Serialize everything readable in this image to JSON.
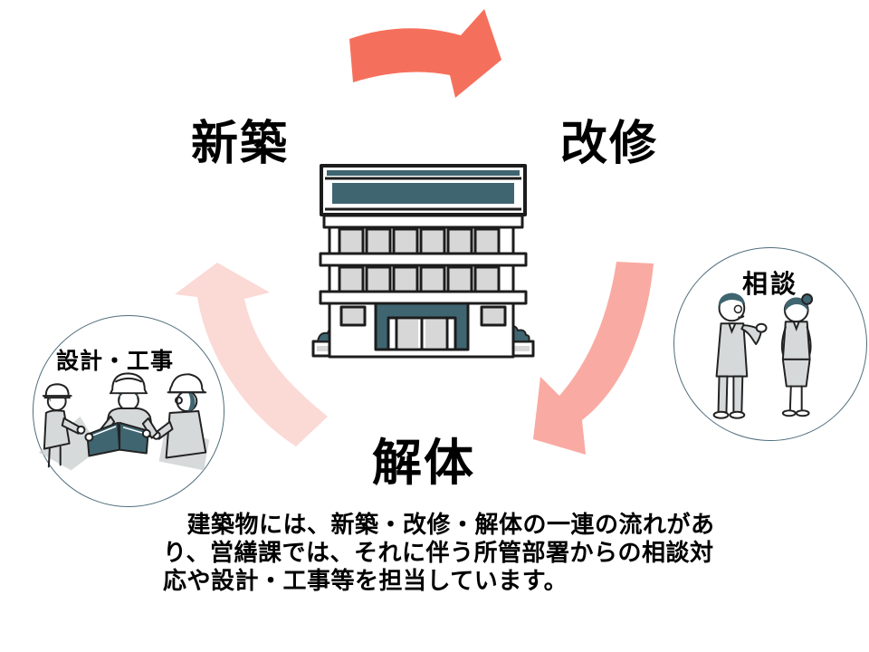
{
  "slide": {
    "background": "#ffffff",
    "kind": "building-lifecycle-cycle-diagram"
  },
  "cycle": {
    "stages": [
      {
        "label": "新築"
      },
      {
        "label": "改修"
      },
      {
        "label": "解体"
      }
    ],
    "center_illustration": "office-building",
    "arrows": [
      {
        "name": "arrow-shinchiku-to-kaishu",
        "from": "新築",
        "to": "改修",
        "color_key": "arrow_strong"
      },
      {
        "name": "arrow-kaishu-to-kaitai",
        "from": "改修",
        "to": "解体",
        "color_key": "arrow_medium"
      },
      {
        "name": "arrow-kaitai-to-shinchiku",
        "from": "解体",
        "to": "新築",
        "color_key": "arrow_light"
      }
    ]
  },
  "badges": {
    "design": {
      "label": "設計・工事",
      "illustration": "three-construction-workers-reading-plans"
    },
    "consult": {
      "label": "相談",
      "illustration": "two-office-workers-talking"
    }
  },
  "caption": {
    "text": "　建築物には、新築・改修・解体の一連の流れがあ\nり、営繕課では、それに伴う所管部署からの相談対\n応や設計・工事等を担当しています。"
  },
  "colors": {
    "arrow_strong": "#f5705c",
    "arrow_medium": "#f9aba3",
    "arrow_light": "#fbd9d5",
    "teal": "#3f6570",
    "circle_border": "#4f6e7c",
    "figure_gray": "#d6d9da",
    "window_gray": "#d7d7d7",
    "shadow_gray": "#c9cdce",
    "outline": "#1c1c1c",
    "text": "#000000"
  }
}
